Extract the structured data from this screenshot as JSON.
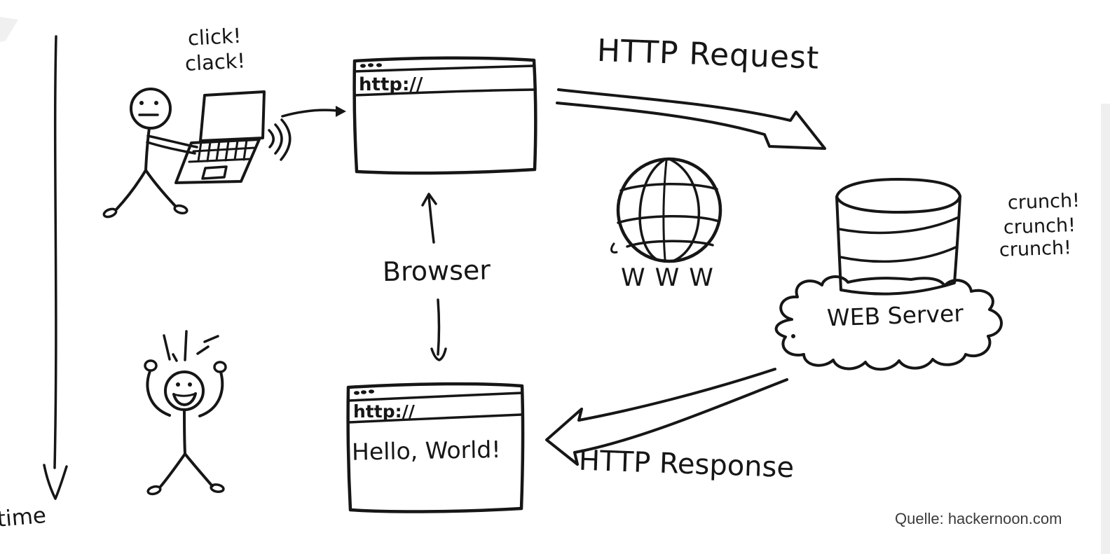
{
  "colors": {
    "ink": "#161616",
    "background": "#ffffff",
    "credit_text": "#3b3b3b"
  },
  "scene": {
    "time_axis": {
      "label": "time"
    },
    "user": {
      "sound1": "click!",
      "sound2": "clack!"
    },
    "browser_top": {
      "url": "http://"
    },
    "request": {
      "label": "HTTP Request"
    },
    "internet": {
      "label": "WWW"
    },
    "server": {
      "label": "WEB Server",
      "sounds": [
        "crunch!",
        "crunch!",
        "crunch!"
      ]
    },
    "browser_pointer": {
      "label": "Browser"
    },
    "browser_bottom": {
      "url": "http://",
      "content": "Hello, World!"
    },
    "response": {
      "label": "HTTP Response"
    },
    "credit": {
      "text": "Quelle: hackernoon.com"
    }
  }
}
